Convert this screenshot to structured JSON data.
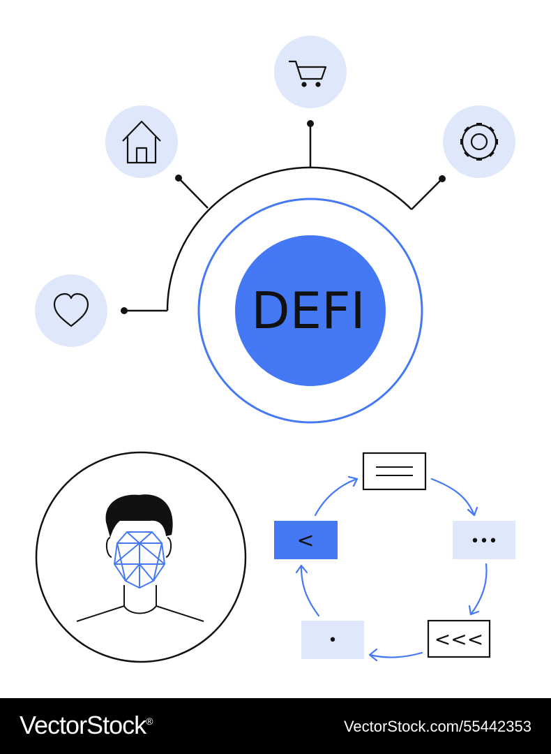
{
  "center": {
    "label": "DEFI"
  },
  "icons": {
    "heart": "heart-icon",
    "home": "home-icon",
    "cart": "shopping-cart-icon",
    "settings": "gear-icon",
    "user": "face-recognition-icon"
  },
  "cycle": {
    "steps": [
      "menu-lines-card",
      "ellipsis-card",
      "rewind-chevrons-card",
      "dot-card",
      "back-chevron-card"
    ],
    "back_glyph": "<",
    "ellipsis_glyph": "•••",
    "rewind_glyph": "<<<",
    "dot_glyph": "•"
  },
  "colors": {
    "accent_blue": "#4478f5",
    "light_blue": "#dfe8fa",
    "ink": "#111111"
  },
  "footer": {
    "brand": "VectorStock",
    "registered": "®",
    "image_id": "VectorStock.com/55442353"
  }
}
